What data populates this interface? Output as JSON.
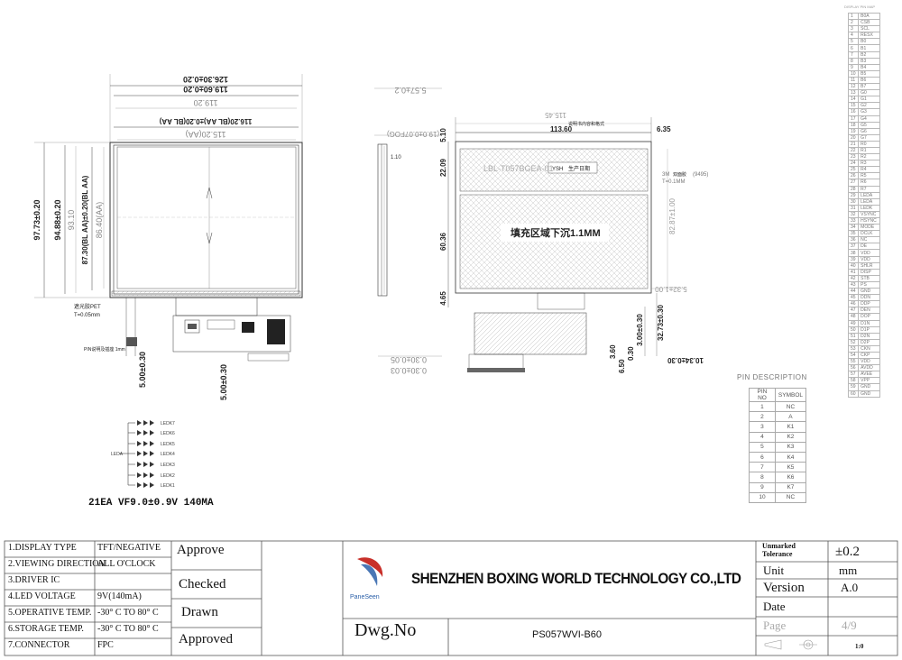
{
  "drawing": {
    "front_view": {
      "dims_top": [
        "126.30±0.20",
        "119.60±0.20",
        "119.20",
        "116.20(BL AA)±0.20(BL AA)",
        "115.20(AA)"
      ],
      "dims_left": [
        "97.73±0.20",
        "94.88±0.20",
        "93.10",
        "87.30(BL AA)±0.20(BL AA)",
        "86.40(AA)"
      ],
      "notes": [
        "遮光胶PET",
        "T=0.05mm",
        "PIN说明及插座 1mm"
      ],
      "dims_bottom": [
        "5.00±0.30",
        "5.00±0.30"
      ]
    },
    "side_view": {
      "dims": [
        "5.57±0.2",
        "1.10",
        "0.30±0.05",
        "0.30±0.03",
        "(19.0±0.07FOG)"
      ]
    },
    "back_view": {
      "label_text": "LBL-T057BGEA-01",
      "top_labels": [
        "说明书内容和格式",
        "113.60",
        "115.45",
        "6.35"
      ],
      "dims_left": [
        "22.09",
        "5.10",
        "60.36",
        "4.65"
      ],
      "dims_right": [
        "82.87±1.00",
        "5.32±1.00",
        "3.00±0.30",
        "32.73±0.30",
        "10.34±0.30"
      ],
      "sticker_text": [
        "YSH",
        "生产日期"
      ],
      "fill_text": "填充区域下沉1.1MM",
      "side_note": [
        "3M",
        "双面胶",
        "(9495)",
        "T=0.1MM"
      ],
      "bottom_dims": [
        "3.60",
        "6.50",
        "0.30"
      ]
    },
    "led_circuit": {
      "label": "LEDA",
      "rows": [
        "LEDK7",
        "LEDK6",
        "LEDK5",
        "LEDK4",
        "LEDK3",
        "LEDK2",
        "LEDK1"
      ],
      "spec": "21EA VF9.0±0.9V 140MA"
    }
  },
  "pin_map": {
    "title": "DISPLAY PIN MAP",
    "pins": [
      "B0A",
      "CSB",
      "SCL",
      "RESX",
      "B0",
      "B1",
      "B2",
      "B3",
      "B4",
      "B5",
      "B6",
      "B7",
      "G0",
      "G1",
      "G2",
      "G3",
      "G4",
      "G5",
      "G6",
      "G7",
      "R0",
      "R1",
      "R2",
      "R3",
      "R4",
      "R5",
      "R6",
      "R7",
      "LEDA",
      "LEDA",
      "LEDK",
      "VSYNC",
      "HSYNC",
      "MODE",
      "DCLK",
      "NC",
      "DE",
      "VDD",
      "VDD",
      "SHLR",
      "DISP",
      "STB",
      "PS",
      "GND",
      "DDN",
      "DDP",
      "DEN",
      "DOP",
      "D1N",
      "D1P",
      "D2N",
      "D2P",
      "CKN",
      "CKP",
      "VDD",
      "AVDD",
      "AVEE",
      "VPP",
      "GND",
      "GND"
    ]
  },
  "pin_description": {
    "title": "PIN DESCRIPTION",
    "headers": [
      "PIN NO",
      "SYMBOL"
    ],
    "rows": [
      [
        "1",
        "NC"
      ],
      [
        "2",
        "A"
      ],
      [
        "3",
        "K1"
      ],
      [
        "4",
        "K2"
      ],
      [
        "5",
        "K3"
      ],
      [
        "6",
        "K4"
      ],
      [
        "7",
        "K5"
      ],
      [
        "8",
        "K6"
      ],
      [
        "9",
        "K7"
      ],
      [
        "10",
        "NC"
      ]
    ]
  },
  "title_block": {
    "specs": [
      [
        "1.DISPLAY TYPE",
        "TFT/NEGATIVE"
      ],
      [
        "2.VIEWING DIRECTION",
        "ALL O'CLOCK"
      ],
      [
        "3.DRIVER IC",
        ""
      ],
      [
        "4.LED VOLTAGE",
        "9V(140mA)"
      ],
      [
        "5.OPERATIVE TEMP.",
        "-30° C TO 80° C"
      ],
      [
        "6.STORAGE TEMP.",
        "-30° C TO 80° C"
      ],
      [
        "7.CONNECTOR",
        "FPC"
      ]
    ],
    "approvals": [
      "Approve",
      "Checked",
      "Drawn",
      "Approved"
    ],
    "logo_text": "PaneSeen",
    "company": "SHENZHEN BOXING WORLD TECHNOLOGY CO.,LTD",
    "dwg_label": "Dwg.No",
    "dwg_number": "PS057WVI-B60",
    "tolerance_label": "Unmarked Tolerance",
    "tolerance_value": "±0.2",
    "unit_label": "Unit",
    "unit_value": "mm",
    "version_label": "Version",
    "version_value": "A.0",
    "date_label": "Date",
    "page_label": "Page",
    "page_value": "4/9",
    "scale_value": "1:0"
  },
  "colors": {
    "line": "#333333",
    "dim": "#555555",
    "logo_red": "#c8302a",
    "logo_blue": "#2a5fa8"
  }
}
